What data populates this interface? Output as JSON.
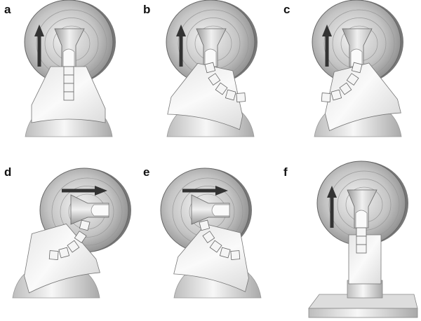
{
  "panels": [
    {
      "label": "a",
      "arrow": "up",
      "tilt": 0,
      "segments": "straight",
      "base": "dome"
    },
    {
      "label": "b",
      "arrow": "up",
      "tilt": 12,
      "segments": "arc-right",
      "base": "dome"
    },
    {
      "label": "c",
      "arrow": "up",
      "tilt": -14,
      "segments": "arc-left",
      "base": "dome"
    },
    {
      "label": "d",
      "arrow": "right",
      "tilt": -16,
      "segments": "arc-left",
      "base": "dome"
    },
    {
      "label": "e",
      "arrow": "right",
      "tilt": 14,
      "segments": "arc-right",
      "base": "dome"
    },
    {
      "label": "f",
      "arrow": "up",
      "tilt": 0,
      "segments": "straight",
      "base": "block"
    }
  ],
  "colors": {
    "arrow": "#333333",
    "outline": "#555555",
    "plate": "#eeeeee",
    "disc": "#c8c8c8"
  }
}
